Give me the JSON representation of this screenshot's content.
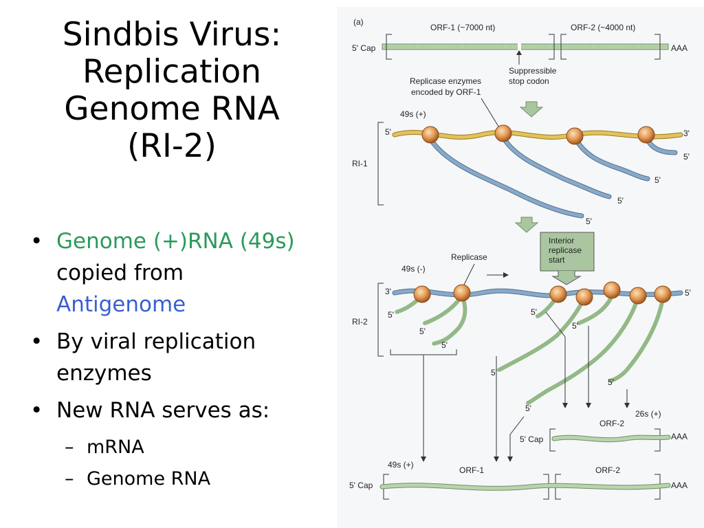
{
  "title_lines": [
    "Sindbis Virus:",
    "Replication",
    "Genome RNA",
    "(RI-2)"
  ],
  "bullets": [
    {
      "parts": [
        {
          "text": "Genome (+)RNA (49s)",
          "color": "#2a9a5a"
        },
        {
          "text": "copied from"
        },
        {
          "text": "Antigenome",
          "color": "#3a5fd0"
        }
      ]
    },
    {
      "parts": [
        {
          "text": "By viral replication"
        },
        {
          "text": "enzymes"
        }
      ]
    },
    {
      "parts": [
        {
          "text": "New RNA serves as:"
        }
      ]
    }
  ],
  "sub_bullets": [
    "mRNA",
    "Genome RNA"
  ],
  "diagram": {
    "panel": "(a)",
    "orf1_top": "ORF-1 (~7000 nt)",
    "orf2_top": "ORF-2 (~4000 nt)",
    "cap": "5' Cap",
    "aaa": "AAA",
    "suppressible": "Suppressible",
    "stop_codon": "stop codon",
    "replicase_enzymes": "Replicase enzymes",
    "encoded_by": "encoded by ORF-1",
    "s49_plus": "49s (+)",
    "s49_minus": "49s (-)",
    "s26_plus": "26s (+)",
    "ri1": "RI-1",
    "ri2": "RI-2",
    "five_prime": "5'",
    "three_prime": "3'",
    "replicase": "Replicase",
    "interior_1": "Interior",
    "interior_2": "replicase",
    "interior_3": "start",
    "orf1": "ORF-1",
    "orf2": "ORF-2",
    "colors": {
      "genome_plus": "#d8b650",
      "antigenome": "#7c9ec0",
      "new_rna": "#a8c89a",
      "replicase": "#d88a44",
      "arrow_fill": "#a9c6a0"
    }
  }
}
